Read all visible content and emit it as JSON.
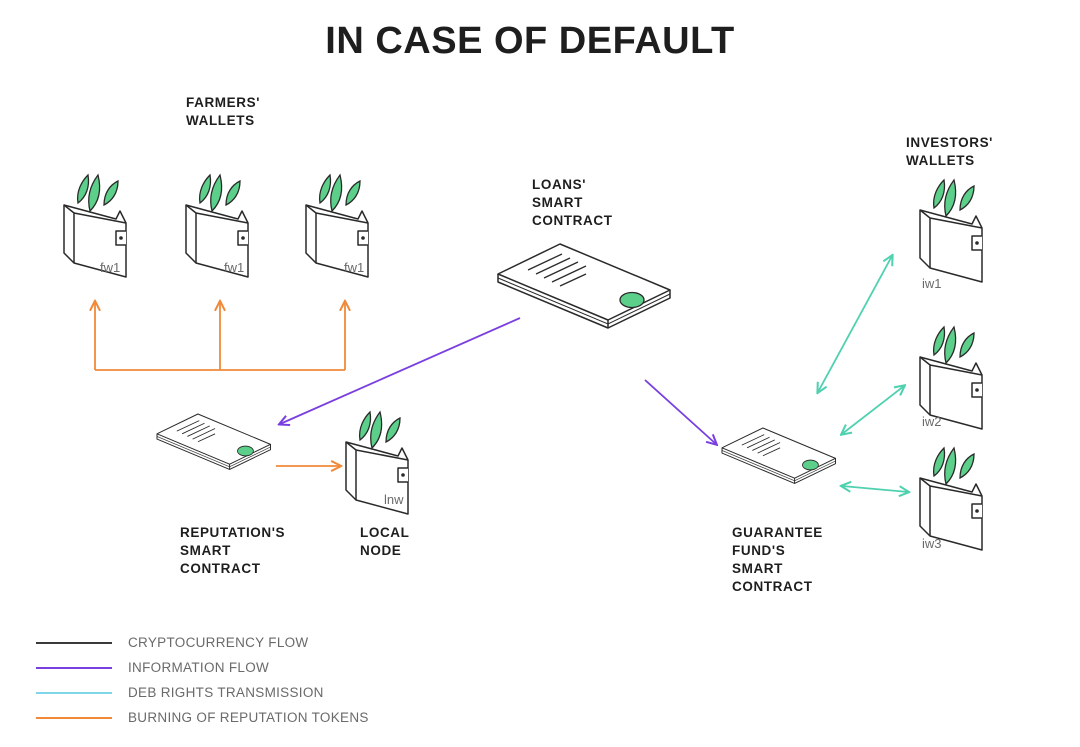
{
  "title": "IN CASE OF DEFAULT",
  "colors": {
    "cryptocurrency": "#3a3a3a",
    "information": "#7a3fe0",
    "deb_rights": "#4fd1b0",
    "burning": "#f08a3a",
    "accent_green": "#5cd08a",
    "outline": "#2a2a2a"
  },
  "labels": {
    "farmers": [
      "FARMERS'",
      "WALLETS"
    ],
    "investors": [
      "INVESTORS'",
      "WALLETS"
    ],
    "loans": [
      "LOANS'",
      "SMART",
      "CONTRACT"
    ],
    "reputation": [
      "REPUTATION'S",
      "SMART",
      "CONTRACT"
    ],
    "local_node": [
      "LOCAL",
      "NODE"
    ],
    "guarantee": [
      "GUARANTEE",
      "FUND'S",
      "SMART",
      "CONTRACT"
    ]
  },
  "wallet_tags": {
    "fw": [
      "fw1",
      "fw1",
      "fw1"
    ],
    "iw": [
      "iw1",
      "iw2",
      "iw3"
    ],
    "lnw": "lnw"
  },
  "legend": [
    {
      "label": "CRYPTOCURRENCY FLOW",
      "color": "#3a3a3a"
    },
    {
      "label": "INFORMATION FLOW",
      "color": "#7a3fe0"
    },
    {
      "label": "DEB RIGHTS TRANSMISSION",
      "color": "#7fd6e8"
    },
    {
      "label": "BURNING OF REPUTATION TOKENS",
      "color": "#f08a3a"
    }
  ]
}
